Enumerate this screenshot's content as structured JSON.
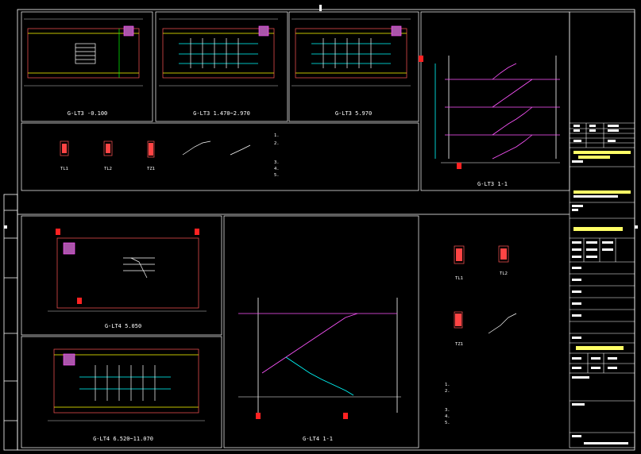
{
  "drawing": {
    "top_panels": {
      "lt3_minus": "G-LT3 -0.100",
      "lt3_a": "G-LT3 1.470~2.970",
      "lt3_b": "G-LT3 5.970",
      "lt3_section": "G-LT3 1-1"
    },
    "bottom_panels": {
      "lt4_a": "G-LT4 5.050",
      "lt4_b": "G-LT4 6.520~11.070",
      "lt4_section": "G-LT4 1-1"
    },
    "details_top": {
      "tl1": "TL1",
      "tl2": "TL2",
      "tz1": "TZ1"
    },
    "details_right": {
      "tl1": "TL1",
      "tl2": "TL2",
      "tz1": "TZ1"
    },
    "notes_top": [
      "1.",
      "2.",
      "",
      "",
      "3.",
      "4.",
      "5."
    ],
    "notes_bottom": [
      "1.",
      "2.",
      "",
      "",
      "3.",
      "4.",
      "5."
    ],
    "title_block": {
      "company_1": "",
      "company_2": "",
      "project": "",
      "drawing_name": ""
    }
  }
}
